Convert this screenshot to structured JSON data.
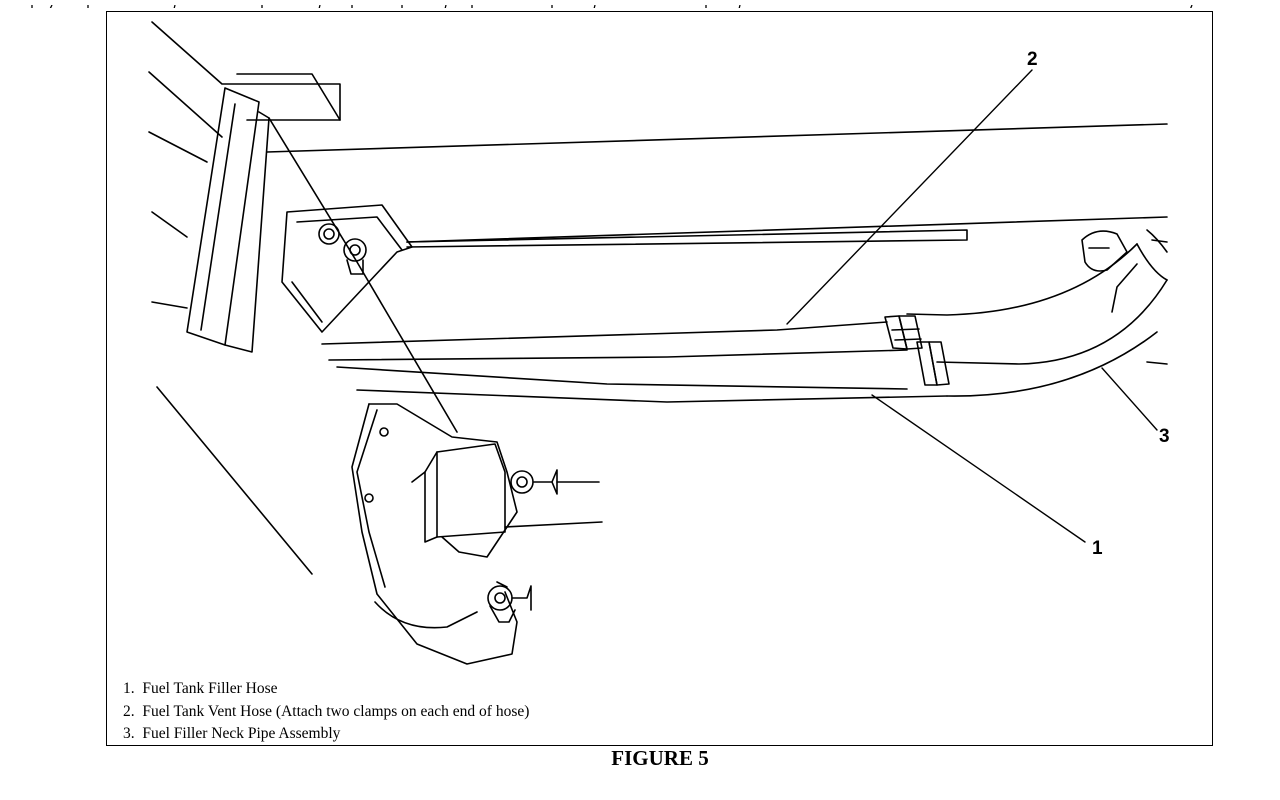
{
  "callouts": {
    "hose_vent": "2",
    "hose_filler": "1",
    "neck_pipe": "3"
  },
  "legend": [
    {
      "number": "1.",
      "text": "Fuel Tank Filler Hose"
    },
    {
      "number": "2.",
      "text": "Fuel Tank Vent Hose (Attach two clamps on each end of hose)"
    },
    {
      "number": "3.",
      "text": "Fuel Filler Neck Pipe Assembly"
    }
  ],
  "caption": "FIGURE 5"
}
